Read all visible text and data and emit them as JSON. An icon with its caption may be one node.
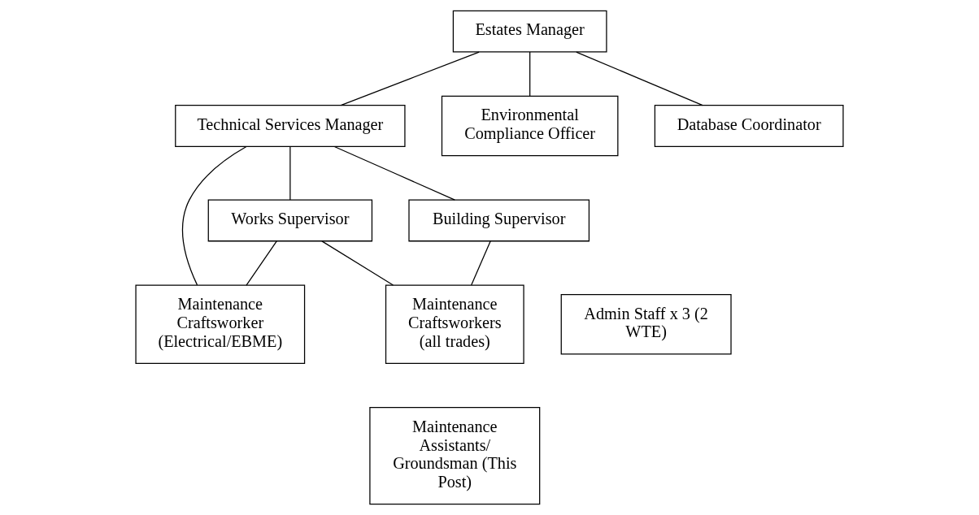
{
  "diagram": {
    "nodes": [
      {
        "text": [
          "Estates Manager"
        ]
      },
      {
        "text": [
          "Technical Services Manager"
        ]
      },
      {
        "text": [
          "Environmental Compliance Officer"
        ]
      },
      {
        "text": [
          "Database Coordinator"
        ]
      },
      {
        "text": [
          "Works Supervisor"
        ]
      },
      {
        "text": [
          "Building Supervisor"
        ]
      },
      {
        "text": [
          "Maintenance Craftsworker (Electrical/EBME)"
        ]
      },
      {
        "text": [
          "Maintenance Craftsworkers (all trades)"
        ]
      },
      {
        "text": [
          "Admin Staff x 3 (2 WTE)"
        ]
      },
      {
        "text": [
          "Maintenance Assistants/ Groundsman (This Post)"
        ]
      }
    ],
    "edges": [
      {
        "from": 0,
        "to": 1,
        "arrow": "none"
      },
      {
        "from": 0,
        "to": 2,
        "arrow": "none"
      },
      {
        "from": 0,
        "to": 3,
        "arrow": "none"
      },
      {
        "from": 1,
        "to": 4,
        "arrow": "none"
      },
      {
        "from": 1,
        "to": 5,
        "arrow": "none"
      },
      {
        "from": 1,
        "to": 6,
        "arrow": "none"
      },
      {
        "from": 4,
        "to": 6,
        "arrow": "none"
      },
      {
        "from": 4,
        "to": 7,
        "arrow": "none"
      },
      {
        "from": 5,
        "to": 7,
        "arrow": "none"
      }
    ]
  }
}
